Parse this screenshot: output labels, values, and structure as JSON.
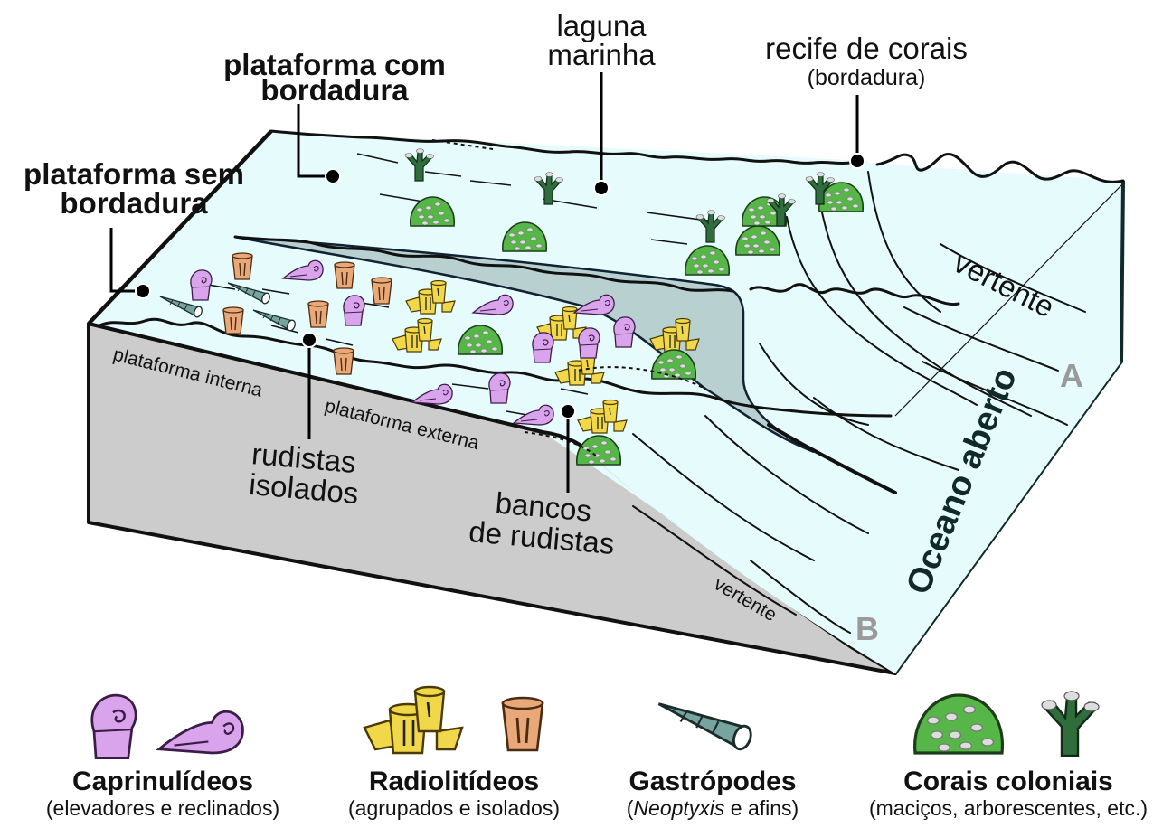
{
  "labels": {
    "plataforma_com_bordadura": [
      "plataforma com",
      "bordadura"
    ],
    "plataforma_sem_bordadura": [
      "plataforma sem",
      "bordadura"
    ],
    "laguna_marinha": [
      "laguna",
      "marinha"
    ],
    "recife_de_corais": "recife de corais",
    "recife_sub": "(bordadura)",
    "vertente_a": "vertente",
    "vertente_b": "vertente",
    "plataforma_interna": "plataforma interna",
    "plataforma_externa": "plataforma externa",
    "rudistas_isolados": [
      "rudistas",
      "isolados"
    ],
    "bancos_de_rudistas": [
      "bancos",
      "de rudistas"
    ],
    "oceano_aberto": "Oceano aberto",
    "block_a": "A",
    "block_b": "B"
  },
  "legend": [
    {
      "title": "Caprinulídeos",
      "subtitle": "(elevadores e reclinados)",
      "icons": [
        "caprinulid-elevator-icon",
        "caprinulid-recliner-icon"
      ]
    },
    {
      "title": "Radiolitídeos",
      "subtitle": "(agrupados e isolados)",
      "icons": [
        "radiolitid-cluster-icon",
        "radiolitid-single-icon"
      ]
    },
    {
      "title": "Gastrópodes",
      "subtitle_italic": "Neoptyxis",
      "subtitle_rest": " e afins)",
      "subtitle_open": "(",
      "icons": [
        "gastropod-icon"
      ]
    },
    {
      "title": "Corais coloniais",
      "subtitle": "(maciços, arborescentes, etc.)",
      "icons": [
        "massive-coral-icon",
        "branching-coral-icon"
      ]
    }
  ],
  "colors": {
    "water": "#e6fcfc",
    "rock": "#cccccc",
    "channel": "#b8d0d0",
    "caprinulid": "#d9a4ec",
    "radiolitid_cluster": "#f0d84a",
    "radiolitid_single": "#e8a878",
    "gastropod": "#78a4a0",
    "massive_coral": "#56b648",
    "branching_coral": "#2f6e3c",
    "letter_gray": "#9a9a9a"
  }
}
